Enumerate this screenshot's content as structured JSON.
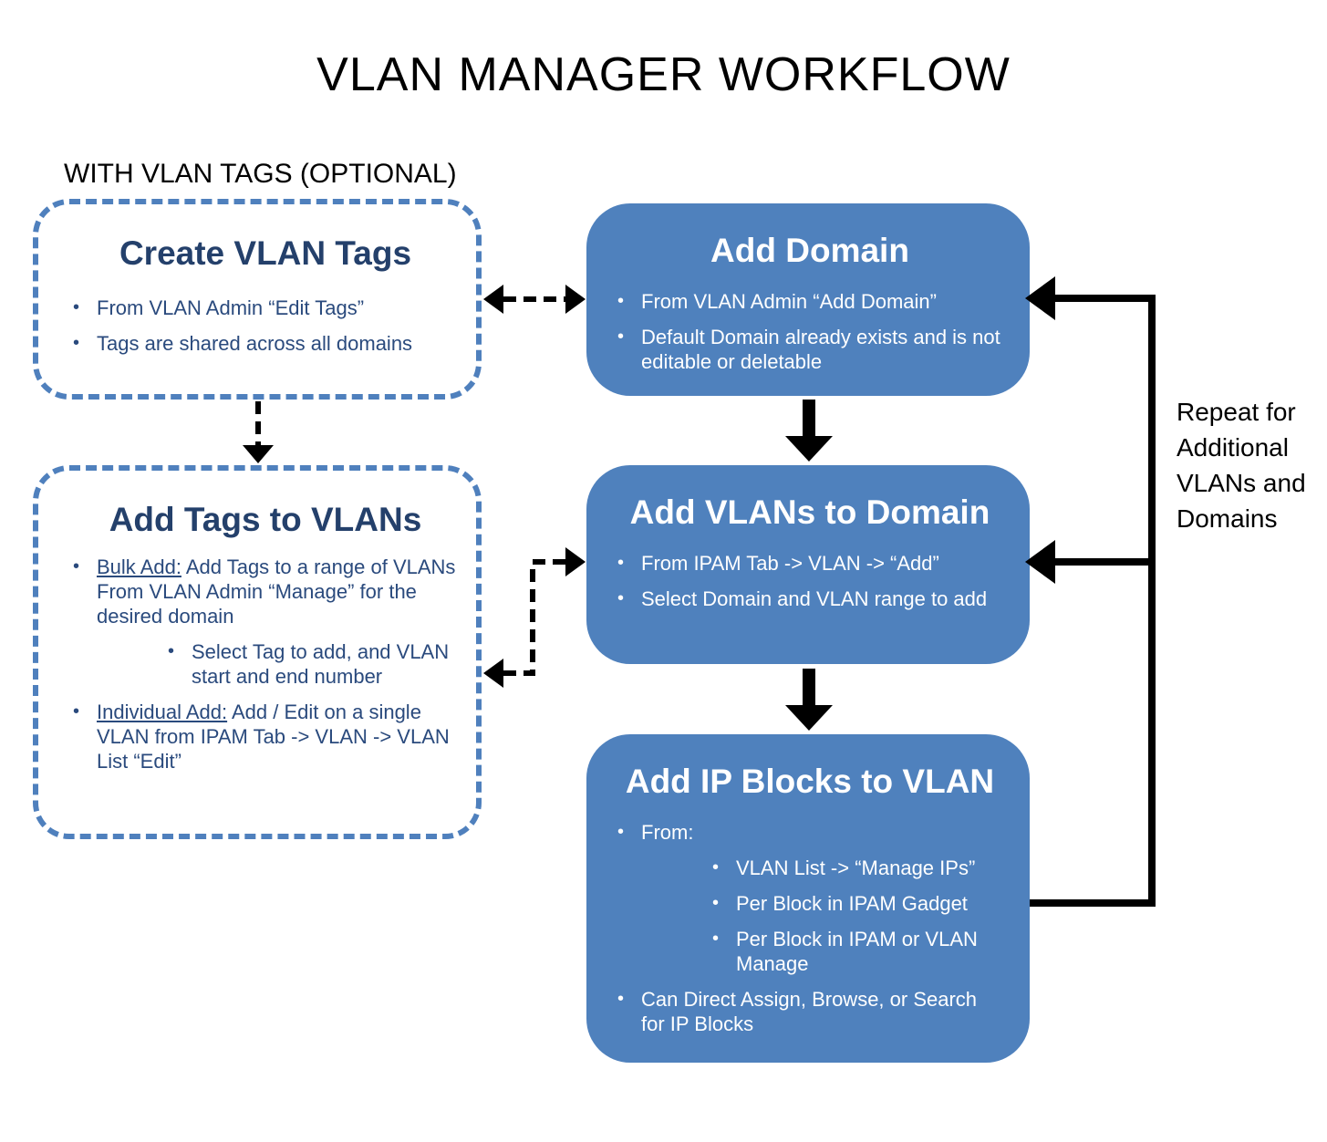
{
  "title": "VLAN MANAGER WORKFLOW",
  "optional_label": "WITH VLAN TAGS (OPTIONAL)",
  "repeat_note": "Repeat for Additional VLANs and Domains",
  "colors": {
    "box_fill": "#4f81bd",
    "dash_border": "#4f80bd",
    "dash_title": "#24406b",
    "dash_text": "#2a4a7d",
    "arrow": "#000000"
  },
  "create_tags": {
    "title": "Create VLAN Tags",
    "items": [
      "From  VLAN Admin “Edit Tags”",
      "Tags are shared across all domains"
    ]
  },
  "add_tags": {
    "title": "Add  Tags to VLANs",
    "bulk_label": "Bulk Add:",
    "bulk_text": " Add Tags to a range of VLANs From  VLAN Admin “Manage” for the desired domain",
    "bulk_sub": "Select Tag to add, and VLAN start and end number",
    "individual_label": "Individual Add:",
    "individual_text": " Add / Edit on a single VLAN from IPAM Tab -> VLAN -> VLAN List  “Edit”"
  },
  "add_domain": {
    "title": "Add Domain",
    "items": [
      "From  VLAN Admin “Add Domain”",
      "Default Domain already exists and is not editable or deletable"
    ]
  },
  "add_vlans": {
    "title": "Add VLANs to Domain",
    "items": [
      "From  IPAM Tab -> VLAN -> “Add”",
      "Select Domain and VLAN range to add"
    ]
  },
  "add_ip_blocks": {
    "title": "Add IP Blocks to VLAN",
    "from_label": "From:",
    "sub_items": [
      "VLAN List -> “Manage IPs”",
      "Per Block in IPAM Gadget",
      "Per Block in IPAM or VLAN Manage"
    ],
    "last_item": "Can Direct Assign, Browse,  or Search for IP Blocks"
  }
}
